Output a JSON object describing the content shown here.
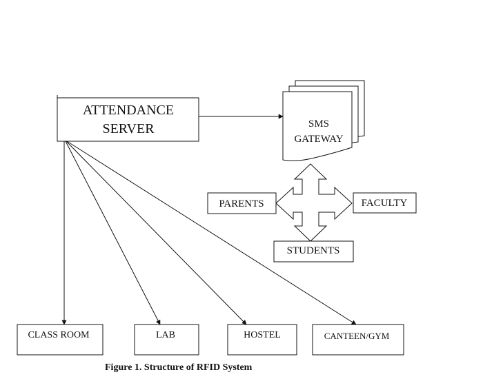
{
  "server": {
    "line1": "ATTENDANCE",
    "line2": "SERVER"
  },
  "gateway": {
    "line1": "SMS",
    "line2": "GATEWAY"
  },
  "recipients": {
    "parents": "PARENTS",
    "faculty": "FACULTY",
    "students": "STUDENTS"
  },
  "locations": {
    "classroom": "CLASS ROOM",
    "lab": "LAB",
    "hostel": "HOSTEL",
    "canteen": "CANTEEN/GYM"
  },
  "caption": "Figure 1. Structure of RFID System"
}
